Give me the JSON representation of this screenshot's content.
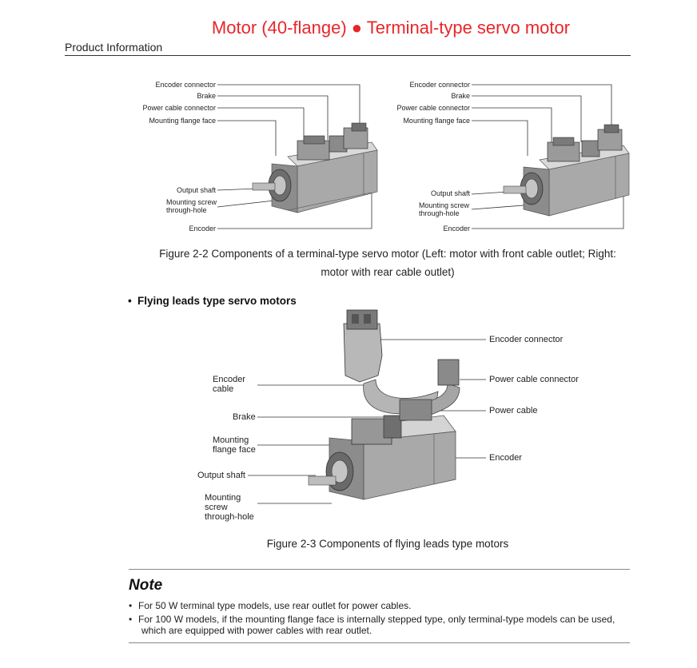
{
  "title": "Motor (40-flange) ● Terminal-type servo motor",
  "section": "Product Information",
  "fig22": {
    "left_labels": [
      "Encoder connector",
      "Brake",
      "Power cable connector",
      "Mounting flange face",
      "Output shaft",
      "Mounting screw",
      "through-hole",
      "Encoder"
    ],
    "right_labels": [
      "Encoder connector",
      "Brake",
      "Power cable connector",
      "Mounting flange face",
      "Output shaft",
      "Mounting screw",
      "through-hole",
      "Encoder"
    ],
    "caption_line1": "Figure 2-2 Components of a terminal-type servo motor (Left: motor with front cable outlet; Right:",
    "caption_line2": "motor with rear cable outlet)"
  },
  "bullet_heading": "Flying leads type servo motors",
  "fig23": {
    "encoder_cable_1": "Encoder",
    "encoder_cable_2": "cable",
    "brake": "Brake",
    "mount_flange_1": "Mounting",
    "mount_flange_2": "flange face",
    "output_shaft": "Output shaft",
    "screw_1": "Mounting",
    "screw_2": "screw",
    "screw_3": "through-hole",
    "encoder_connector": "Encoder connector",
    "power_cable_connector": "Power cable connector",
    "power_cable": "Power cable",
    "encoder": "Encoder",
    "caption": "Figure 2-3 Components of flying leads type motors"
  },
  "note": {
    "heading": "Note",
    "items": [
      "For 50 W terminal type models, use rear outlet for power cables.",
      "For 100 W models, if the mounting flange face is internally stepped type, only terminal-type models can be used,",
      "which are equipped with power cables with rear outlet."
    ]
  },
  "colors": {
    "title": "#e8262a",
    "motor_body": "#a9a9a9",
    "motor_dark": "#555555"
  }
}
